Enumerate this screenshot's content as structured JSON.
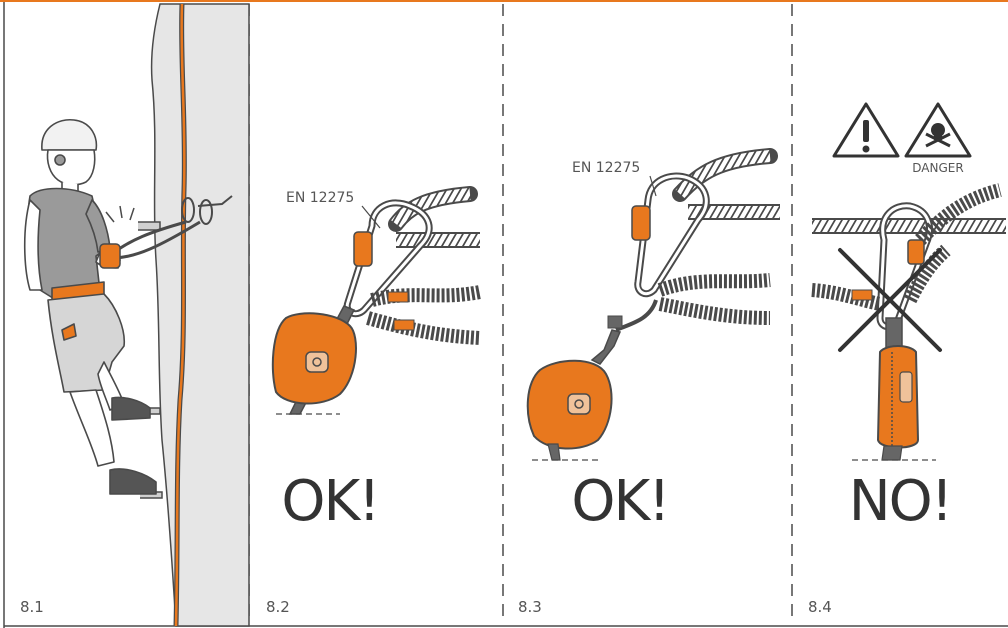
{
  "colors": {
    "accent": "#e8781e",
    "line": "#4a4a4a",
    "rock": "#e6e6e6",
    "strap": "#666666",
    "shirt": "#9a9a9a",
    "shorts": "#d6d6d6"
  },
  "panels": [
    {
      "number": "8.1"
    },
    {
      "number": "8.2",
      "standard": "EN 12275",
      "verdict": "OK!"
    },
    {
      "number": "8.3",
      "standard": "EN 12275",
      "verdict": "OK!"
    },
    {
      "number": "8.4",
      "verdict": "NO!",
      "warning": "DANGER"
    }
  ],
  "icons": [
    "warning-triangle-icon",
    "skull-crossbones-icon",
    "cross-mark-icon",
    "carabiner-icon",
    "energy-absorber-icon"
  ]
}
